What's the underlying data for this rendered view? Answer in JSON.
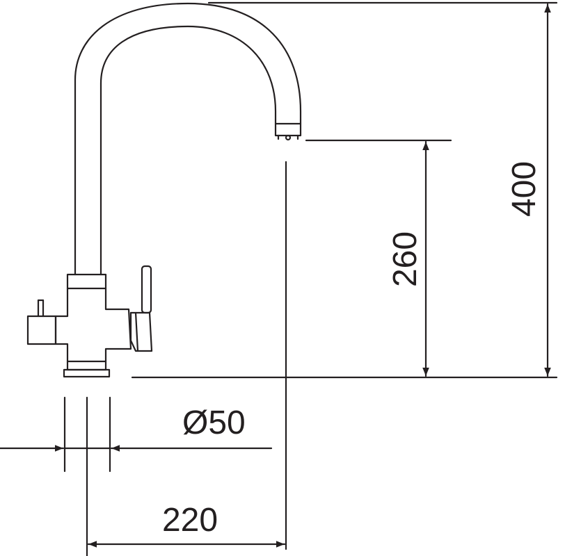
{
  "drawing": {
    "subject": "kitchen-faucet-technical-drawing",
    "line_color": "#231f20",
    "background": "#ffffff"
  },
  "dimensions": {
    "total_height": "400",
    "spout_height": "260",
    "base_diameter": "Ø50",
    "spout_reach": "220"
  }
}
